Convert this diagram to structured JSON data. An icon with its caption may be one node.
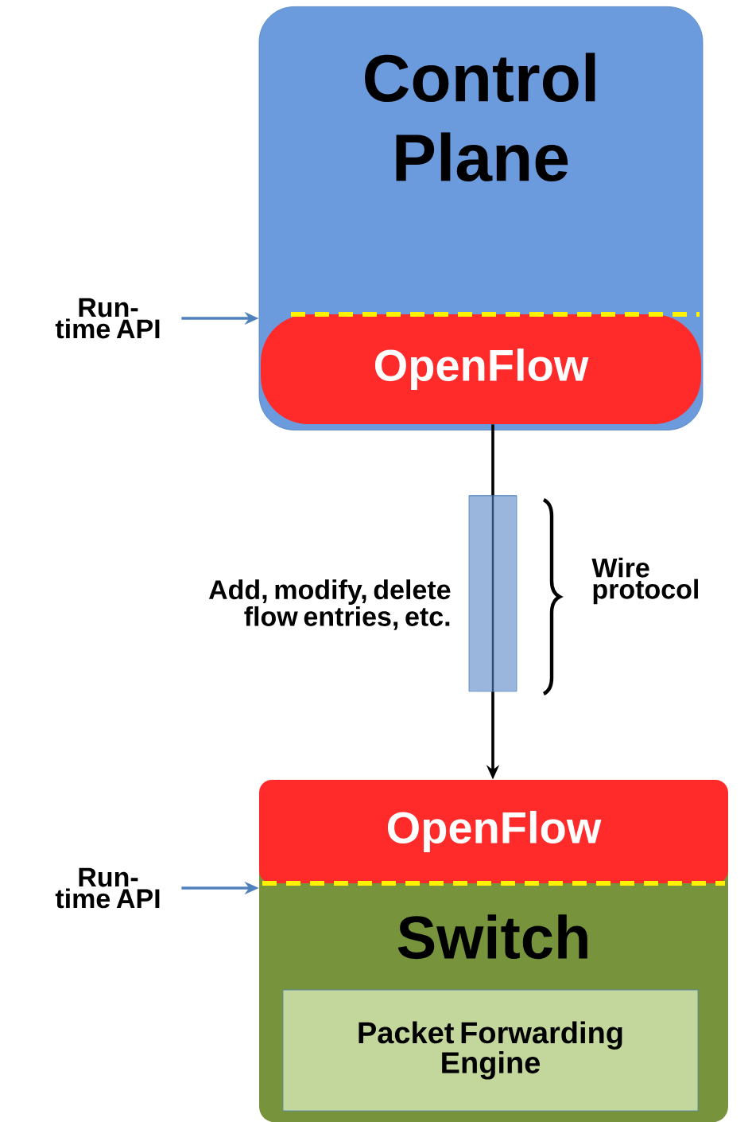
{
  "diagram": {
    "nodes": [
      {
        "text": [
          "Control Plane"
        ]
      },
      {
        "text": [
          "OpenFlow"
        ],
        "in": 0
      },
      {
        "text": [
          "Run-time API"
        ]
      },
      {
        "text": [],
        "shape": "cylinder",
        "beside": [
          "Add, modify, delete flow entries, etc."
        ]
      },
      {
        "text": [
          "Switch"
        ]
      },
      {
        "text": [
          "OpenFlow"
        ],
        "in": 4
      },
      {
        "text": [
          "Run-time API"
        ]
      },
      {
        "text": [
          "Packet Forwarding Engine"
        ],
        "in": 4
      }
    ],
    "edges": [
      {
        "from": 2,
        "to": 0,
        "arrow": "to",
        "color": "#4f81bd"
      },
      {
        "from": 1,
        "to": 3,
        "arrow": "none",
        "color": "#000000"
      },
      {
        "from": 3,
        "to": 5,
        "arrow": "to",
        "color": "#000000"
      },
      {
        "from": 6,
        "to": 4,
        "arrow": "to",
        "color": "#4f81bd"
      }
    ],
    "labels": [
      "Wire protocol"
    ]
  }
}
